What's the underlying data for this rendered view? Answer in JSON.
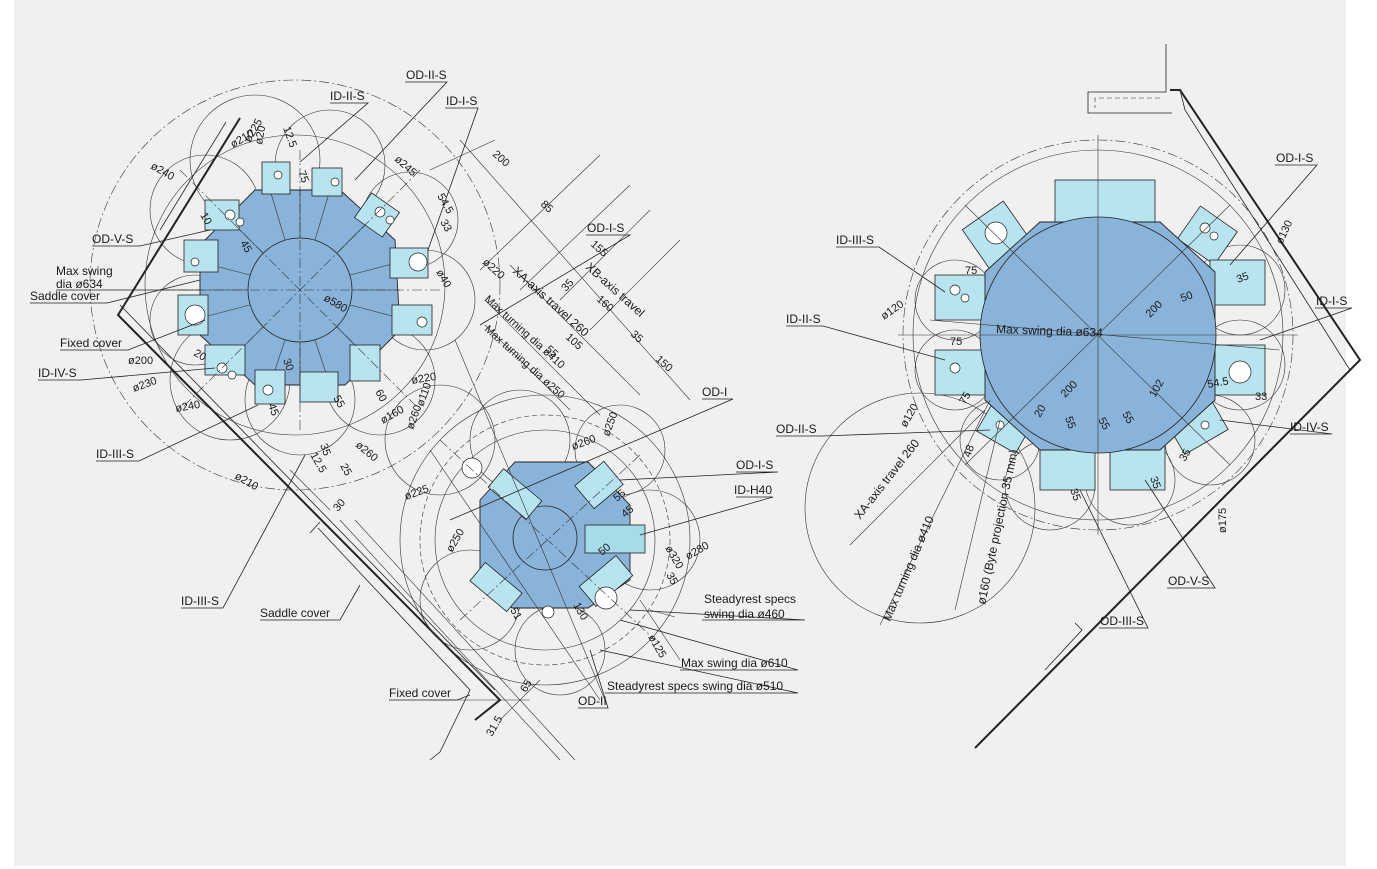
{
  "colors": {
    "turret_body": "#89b3d9",
    "tool_holder": "#b7e4ee",
    "background": "#f0f0f1"
  },
  "left": {
    "labels": {
      "id2s_top": "ID-II-S",
      "od2s_top": "OD-II-S",
      "id1s_top": "ID-I-S",
      "od5s": "OD-V-S",
      "max_swing_634": "Max swing\ndia ø634",
      "saddle_cover_top": "Saddle cover",
      "fixed_cover_top": "Fixed cover",
      "id4s": "ID-IV-S",
      "id3s_top": "ID-III-S",
      "od1s_mid": "OD-I-S",
      "od1": "OD-I",
      "od1s_low": "OD-I-S",
      "idh40": "ID-H40",
      "id3s_bottom": "ID-III-S",
      "saddle_cover_bottom": "Saddle cover",
      "fixed_cover_bottom": "Fixed cover",
      "steadyrest_460": "Steadyrest specs\nswing dia ø460",
      "max_swing_610": "Max swing dia ø610",
      "steadyrest_510": "Steadyrest specs swing dia ø510",
      "od2": "OD-II",
      "xb_travel": "XB-axis travel",
      "xa_travel": "XA-axis travel 260",
      "max_turning_410": "Max turning dia ø410",
      "max_turning_250": "Max turning dia ø250"
    },
    "dims": {
      "d200": "200",
      "d85": "85",
      "d155": "155",
      "d160": "160",
      "d35a": "35",
      "d105": "105",
      "d55a": "55",
      "d35b": "35",
      "d150": "150",
      "o240a": "ø240",
      "o210a": "ø210",
      "o225a": "ø225",
      "o20": "ø20",
      "d12_5a": "12.5",
      "d75": "75",
      "o245": "ø245",
      "d54_5": "54.5",
      "d33": "33",
      "o40": "ø40",
      "o220a": "ø220",
      "o580": "ø580",
      "d10": "10",
      "d45a": "45",
      "d20": "20",
      "o200": "ø200",
      "o230": "ø230",
      "o240b": "ø240",
      "d30": "30",
      "d45b": "45",
      "d35c": "35",
      "d12_5b": "12.5",
      "d25": "25",
      "o260a": "ø260",
      "o210b": "ø210",
      "d55b": "55",
      "d60": "60",
      "o160": "ø160",
      "o220b": "ø220",
      "o110": "ø110",
      "o260b": "ø260",
      "o250a": "ø250",
      "o260c": "ø260",
      "o225b": "ø225",
      "d55c": "55",
      "d45c": "45",
      "d50": "50",
      "o320": "ø320",
      "o280": "ø280",
      "d35d": "35",
      "o250b": "ø250",
      "d51": "51",
      "d130": "130",
      "o125": "ø125",
      "d30b": "30",
      "d65": "65",
      "d31_5": "31.5"
    }
  },
  "right": {
    "labels": {
      "od1s": "OD-I-S",
      "id3s": "ID-III-S",
      "id1s": "ID-I-S",
      "id2s": "ID-II-S",
      "max_swing": "Max swing dia ø634",
      "od2s": "OD-II-S",
      "id4s": "ID-IV-S",
      "xa_travel": "XA-axis travel 260",
      "max_turning": "Max turning dia ø410",
      "byte_projection": "ø160 (Byte projection 35 mm)",
      "od5s": "OD-V-S",
      "od3s": "OD-III-S"
    },
    "dims": {
      "o130": "ø130",
      "d35a": "35",
      "d50": "50",
      "o120a": "ø120",
      "d75a": "75",
      "d200a": "200",
      "d75b": "75",
      "d54_5": "54.5",
      "d33": "33",
      "d102": "102",
      "d200b": "200",
      "d20": "20",
      "d75c": "75",
      "o120b": "ø120",
      "d48": "48",
      "d55a": "55",
      "d55b": "55",
      "d55c": "55",
      "d35b": "35",
      "d35c": "35",
      "d35d": "35",
      "o175": "ø175"
    }
  }
}
